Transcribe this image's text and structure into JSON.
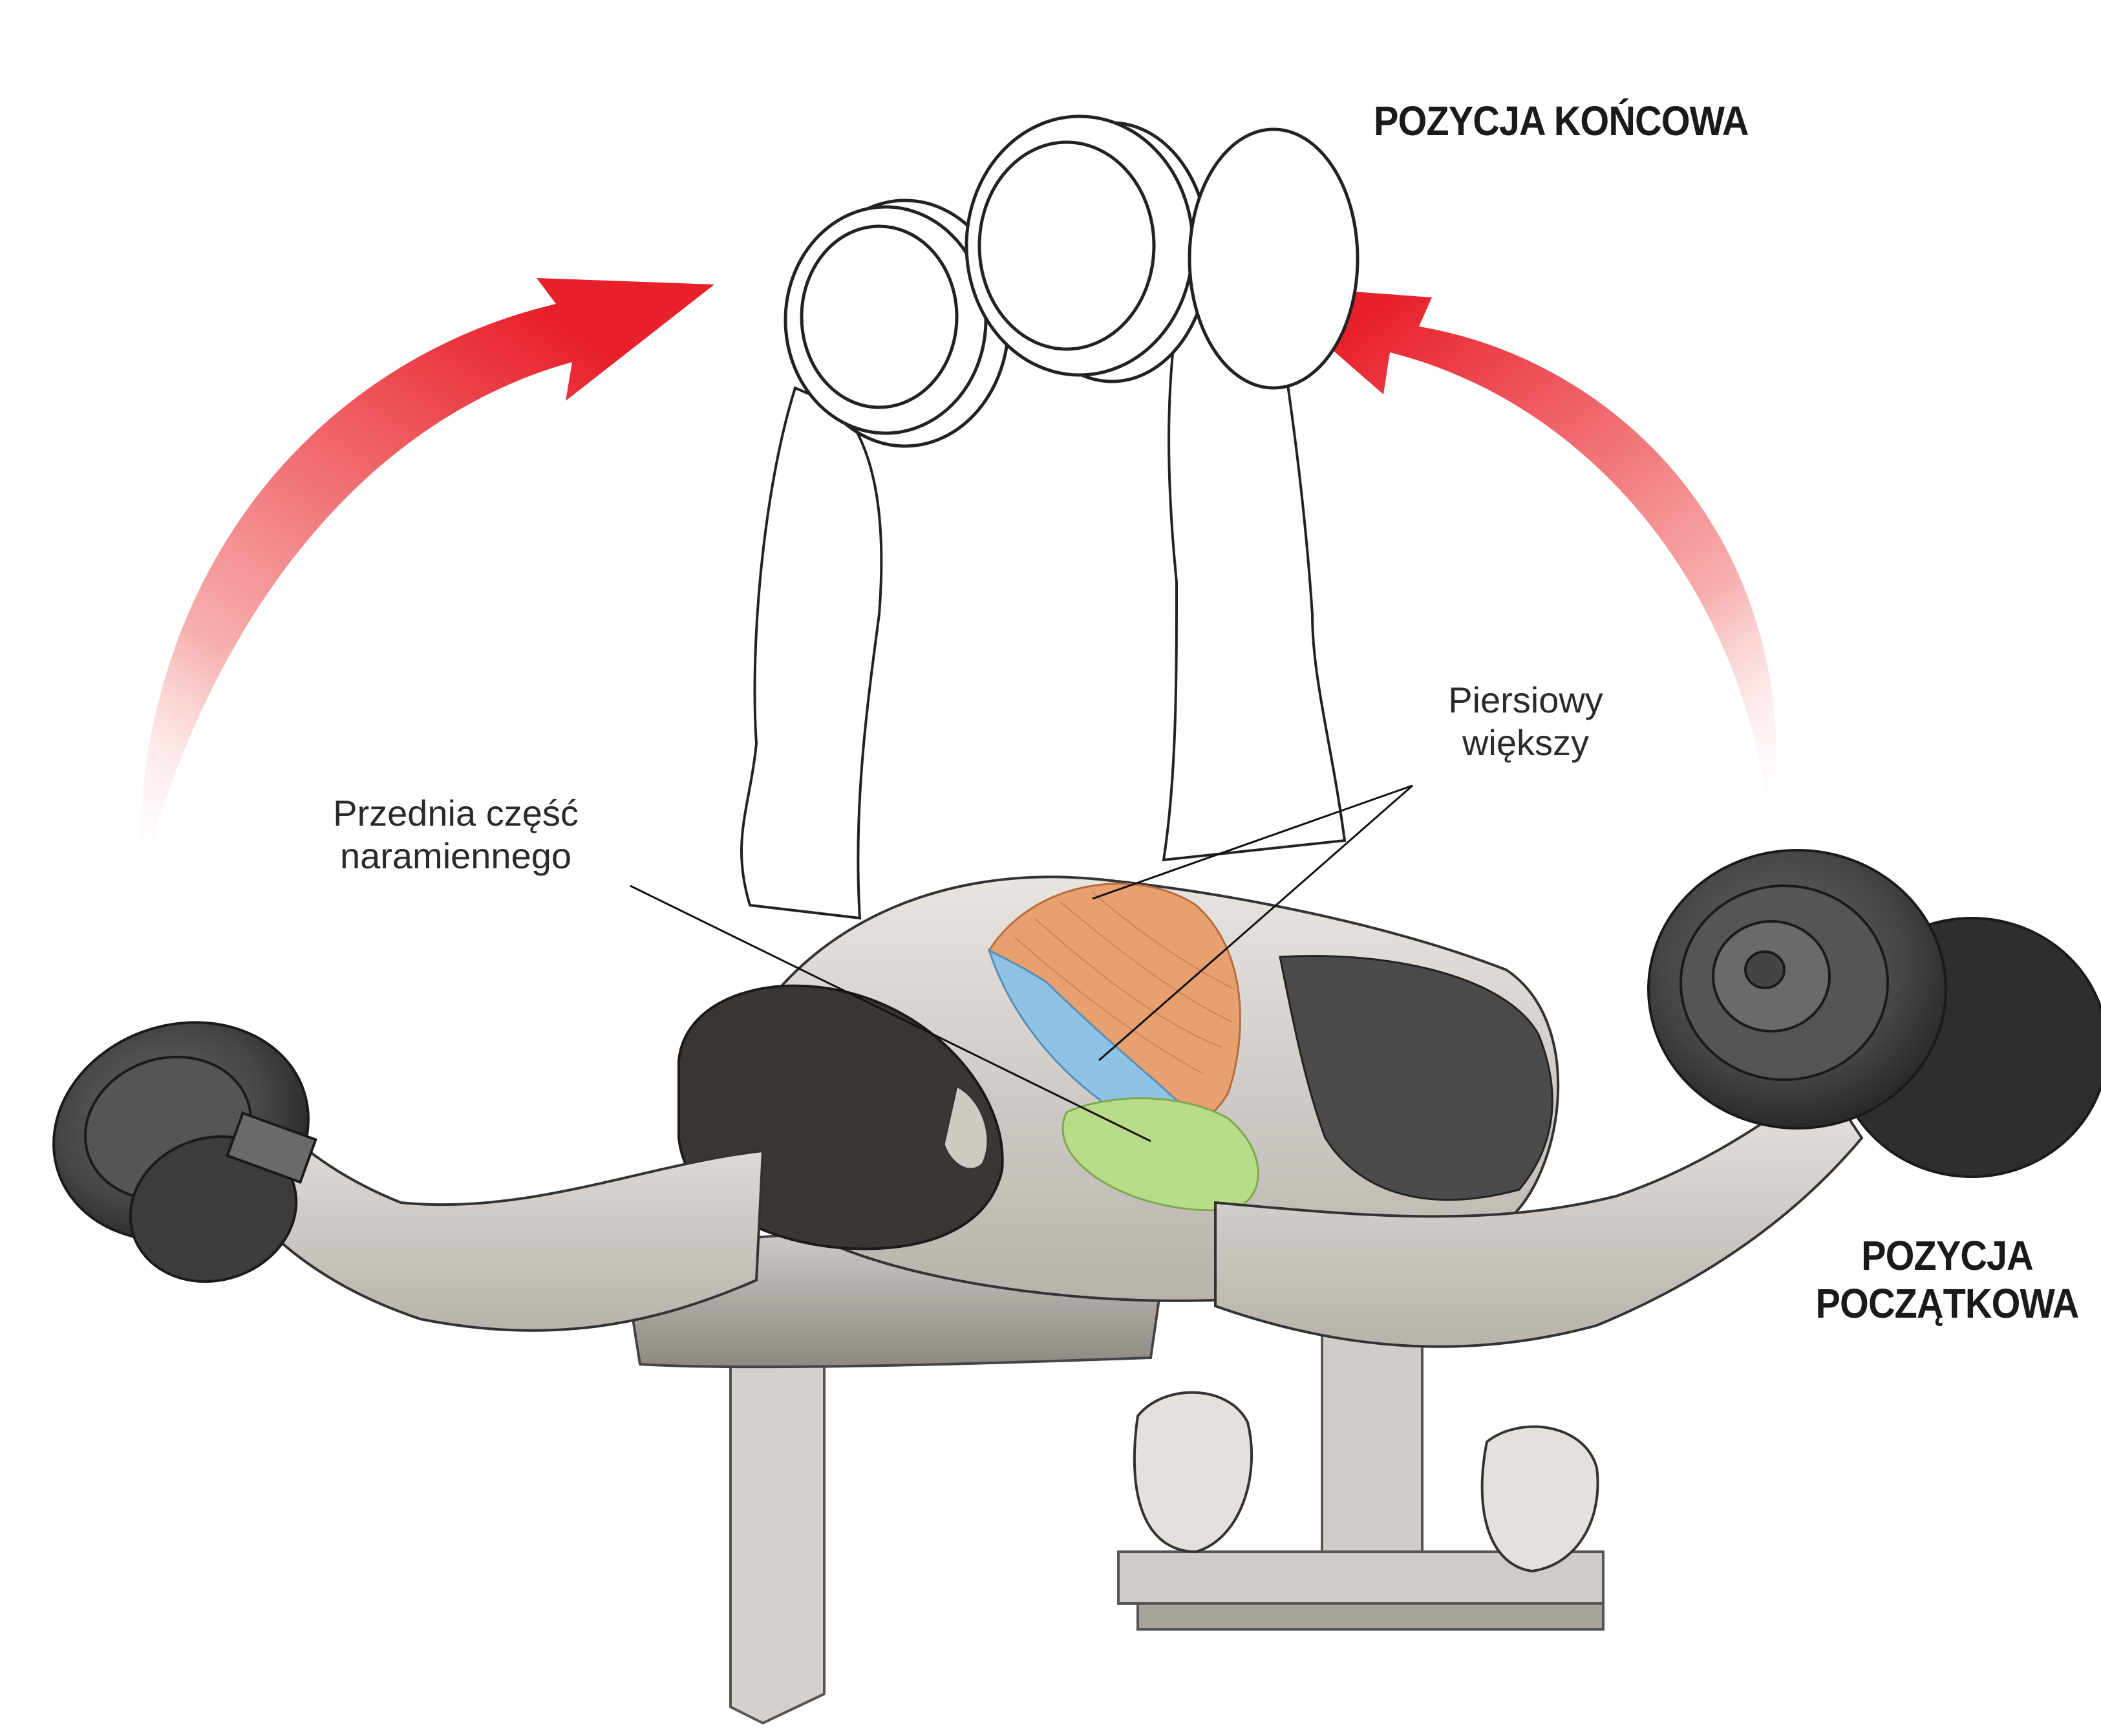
{
  "labels": {
    "end_position": "POZYCJA KOŃCOWA",
    "start_position": [
      "POZYCJA",
      "POCZĄTKOWA"
    ],
    "pectoralis": [
      "Piersiowy",
      "większy"
    ],
    "front_deltoid": [
      "Przednia część",
      "naramiennego"
    ]
  },
  "colors": {
    "arrow_red": "#e8202a",
    "pectoralis_orange": "#e8a070",
    "pectoralis_blue": "#8ec3e6",
    "deltoid_green": "#b8dc8a",
    "dumbbell_dark": "#3a3a3a",
    "skin_grey": "#d8d4d0",
    "bench_grey": "#c8c4c0"
  },
  "icons": [
    "motion-arrow-left",
    "motion-arrow-right",
    "dumbbell",
    "bench",
    "athlete"
  ]
}
